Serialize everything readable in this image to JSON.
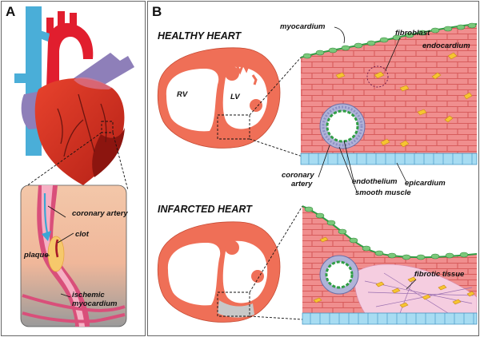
{
  "panels": {
    "a": {
      "letter": "A"
    },
    "b": {
      "letter": "B"
    }
  },
  "panel_a": {
    "coronary_artery": "coronary artery",
    "clot": "clot",
    "plaque": "plaque",
    "ischemic_1": "ischemic",
    "ischemic_2": "myocardium"
  },
  "healthy": {
    "title": "HEALTHY HEART",
    "rv": "RV",
    "lv": "LV",
    "myocardium": "myocardium",
    "fibroblast": "fibroblast",
    "endocardium": "endocardium",
    "epicardium": "epicardium",
    "coronary_1": "coronary",
    "coronary_2": "artery",
    "endothelium": "endothelium",
    "smooth_muscle": "smooth muscle"
  },
  "infarcted": {
    "title": "INFARCTED HEART",
    "fibrotic_tissue": "fibrotic tissue"
  },
  "colors": {
    "heart_red": "#e8432d",
    "ventricle_tissue": "#ef6f57",
    "brick": "#f08e8e",
    "brick_mortar": "#d75c5c",
    "aorta_red": "#e11e2e",
    "vena_blue": "#4aaed8",
    "pulmonary_purple": "#8e7fb9",
    "epicardium_blue": "#a7dcf2",
    "endocardium_green": "#7bc87b",
    "fibroblast_yellow": "#f6c531",
    "fibrotic_pink": "#f5cde0",
    "scar_grey": "#c8c8c8"
  }
}
